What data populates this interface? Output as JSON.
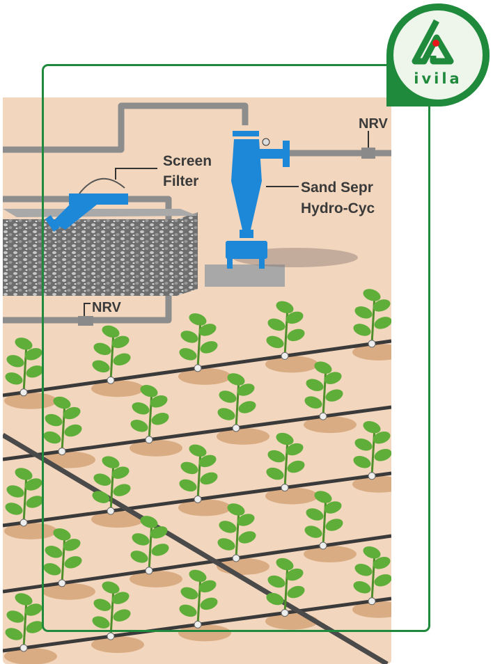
{
  "diagram": {
    "labels": {
      "screen_filter_1": "Screen",
      "screen_filter_2": "Filter",
      "sand_separator_1": "Sand Sepr",
      "sand_separator_2": "Hydro-Cyc",
      "nrv_top": "NRV",
      "nrv_bottom": "NRV"
    }
  },
  "logo": {
    "text": "ivila"
  },
  "colors": {
    "brand_green": "#1f8a3c",
    "soil": "#f2d6bd",
    "filter_blue": "#1e88d8",
    "accent_red": "#e8151b"
  }
}
